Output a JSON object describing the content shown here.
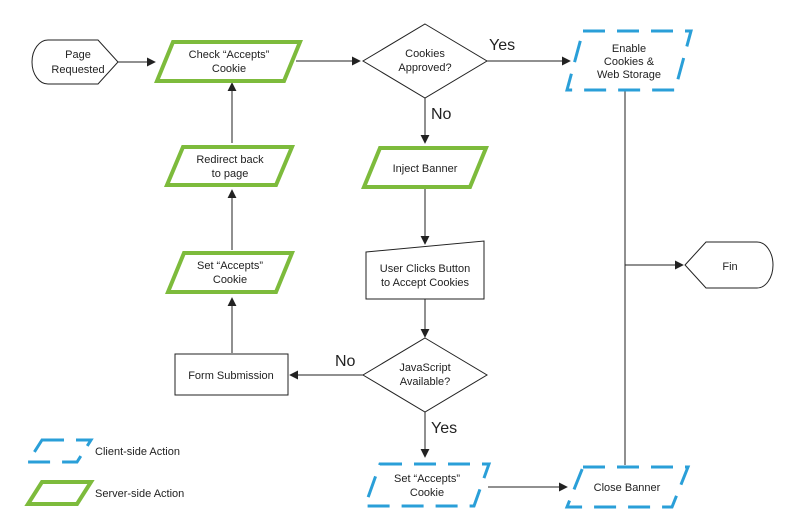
{
  "colors": {
    "server_green": "#7dbb3c",
    "client_blue": "#2a9fd8",
    "line": "#222222"
  },
  "nodes": {
    "page_requested": [
      "Page",
      "Requested"
    ],
    "check_cookie": [
      "Check “Accepts”",
      "Cookie"
    ],
    "cookies_approved": [
      "Cookies",
      "Approved?"
    ],
    "enable_storage": [
      "Enable",
      "Cookies &",
      "Web Storage"
    ],
    "inject_banner": [
      "Inject Banner"
    ],
    "user_clicks": [
      "User Clicks Button",
      "to Accept Cookies"
    ],
    "js_available": [
      "JavaScript",
      "Available?"
    ],
    "form_submission": [
      "Form Submission"
    ],
    "set_cookie_server": [
      "Set “Accepts”",
      "Cookie"
    ],
    "redirect_back": [
      "Redirect back",
      "to page"
    ],
    "set_cookie_client": [
      "Set “Accepts”",
      "Cookie"
    ],
    "close_banner": [
      "Close Banner"
    ],
    "fin": [
      "Fin"
    ]
  },
  "edge_labels": {
    "approved_yes": "Yes",
    "approved_no": "No",
    "js_no": "No",
    "js_yes": "Yes"
  },
  "legend": {
    "client": "Client-side Action",
    "server": "Server-side Action"
  }
}
